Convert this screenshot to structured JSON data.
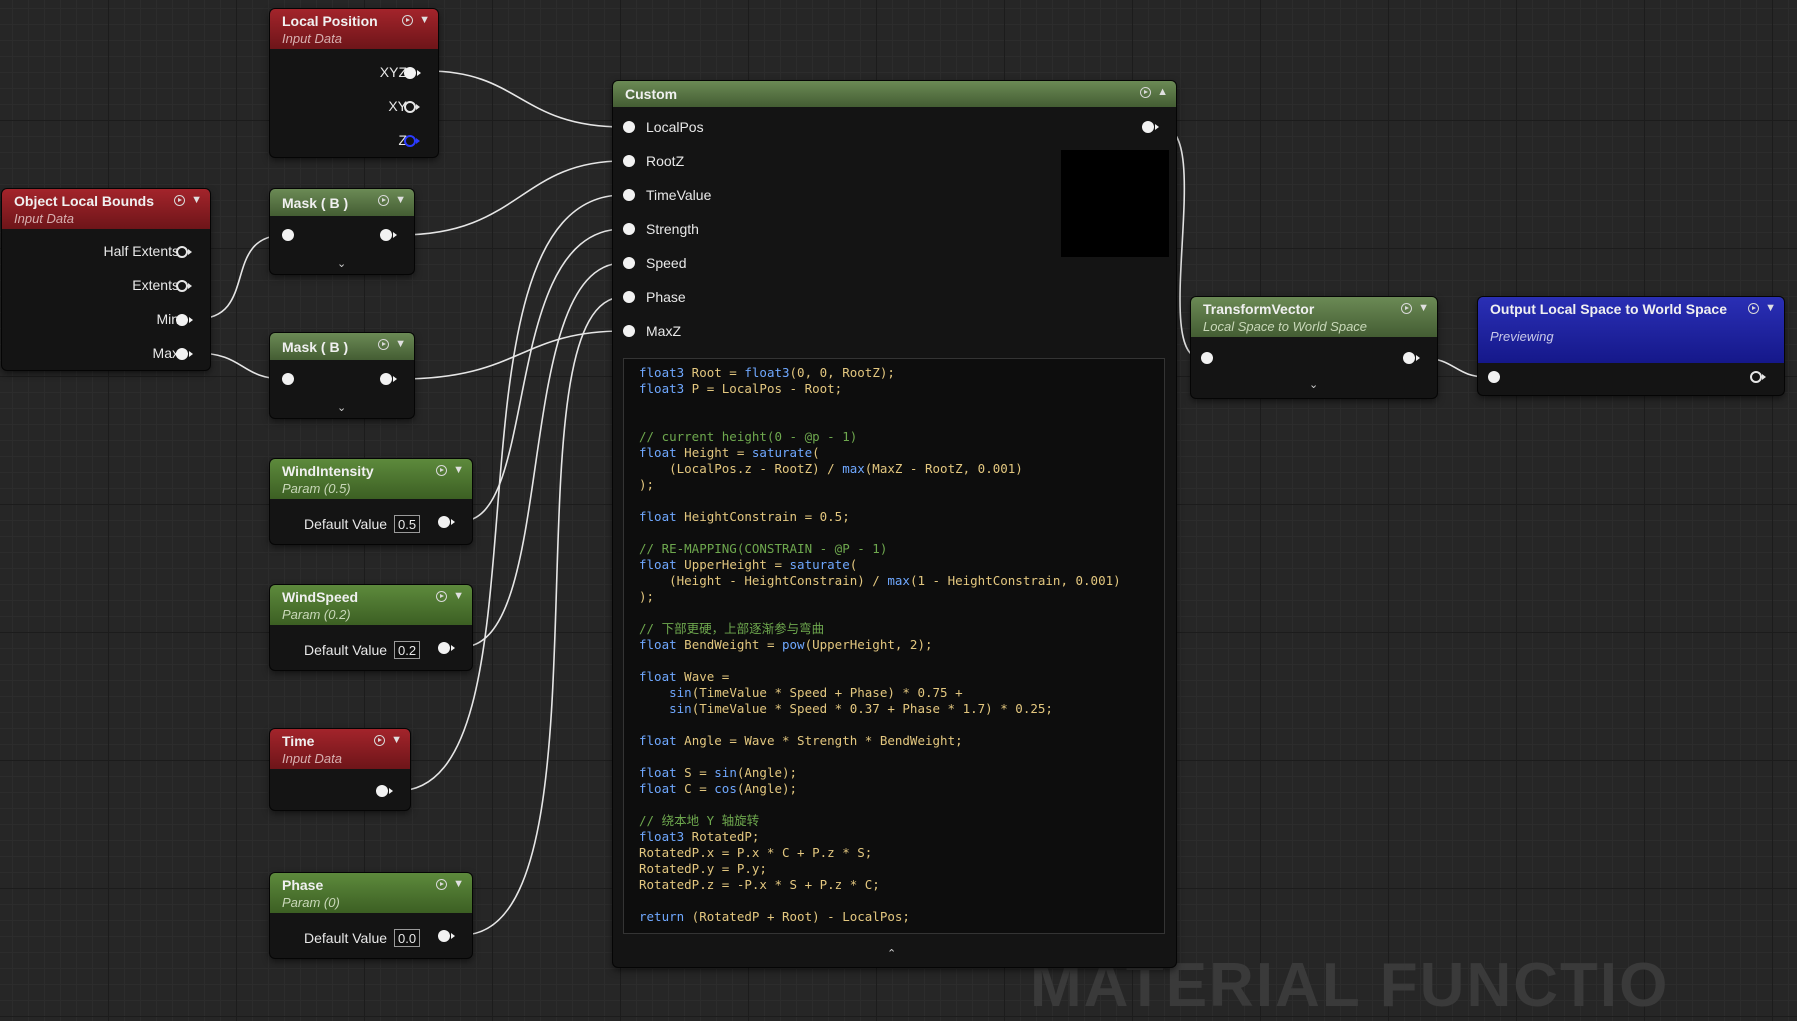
{
  "nodes": {
    "local_position": {
      "title": "Local Position",
      "subtitle": "Input Data",
      "outputs": [
        "XYZ",
        "XY",
        "Z"
      ]
    },
    "object_local_bounds": {
      "title": "Object Local Bounds",
      "subtitle": "Input Data",
      "outputs": [
        "Half Extents",
        "Extents",
        "Min",
        "Max"
      ]
    },
    "mask_b1": {
      "title": "Mask ( B )"
    },
    "mask_b2": {
      "title": "Mask ( B )"
    },
    "wind_intensity": {
      "title": "WindIntensity",
      "subtitle": "Param (0.5)",
      "default_label": "Default Value",
      "default_value": "0.5"
    },
    "wind_speed": {
      "title": "WindSpeed",
      "subtitle": "Param (0.2)",
      "default_label": "Default Value",
      "default_value": "0.2"
    },
    "time": {
      "title": "Time",
      "subtitle": "Input Data"
    },
    "phase": {
      "title": "Phase",
      "subtitle": "Param (0)",
      "default_label": "Default Value",
      "default_value": "0.0"
    },
    "custom": {
      "title": "Custom",
      "inputs": [
        "LocalPos",
        "RootZ",
        "TimeValue",
        "Strength",
        "Speed",
        "Phase",
        "MaxZ"
      ]
    },
    "transform_vector": {
      "title": "TransformVector",
      "subtitle": "Local Space to World Space"
    },
    "output": {
      "title": "Output Local Space to World Space",
      "subtitle": "Previewing"
    }
  },
  "code_lines": [
    [
      [
        "t",
        "float3"
      ],
      [
        "p",
        " Root = "
      ],
      [
        "t",
        "float3"
      ],
      [
        "p",
        "(0, 0, RootZ);"
      ]
    ],
    [
      [
        "t",
        "float3"
      ],
      [
        "p",
        " P = LocalPos - Root;"
      ]
    ],
    [],
    [],
    [
      [
        "c",
        "// current height(0 - @p - 1)"
      ]
    ],
    [
      [
        "t",
        "float"
      ],
      [
        "p",
        " Height = "
      ],
      [
        "t",
        "saturate"
      ],
      [
        "p",
        "("
      ]
    ],
    [
      [
        "p",
        "    (LocalPos.z - RootZ) / "
      ],
      [
        "t",
        "max"
      ],
      [
        "p",
        "(MaxZ - RootZ, 0.001)"
      ]
    ],
    [
      [
        "p",
        ");"
      ]
    ],
    [],
    [
      [
        "t",
        "float"
      ],
      [
        "p",
        " HeightConstrain = 0.5;"
      ]
    ],
    [],
    [
      [
        "c",
        "// RE-MAPPING(CONSTRAIN - @P - 1)"
      ]
    ],
    [
      [
        "t",
        "float"
      ],
      [
        "p",
        " UpperHeight = "
      ],
      [
        "t",
        "saturate"
      ],
      [
        "p",
        "("
      ]
    ],
    [
      [
        "p",
        "    (Height - HeightConstrain) / "
      ],
      [
        "t",
        "max"
      ],
      [
        "p",
        "(1 - HeightConstrain, 0.001)"
      ]
    ],
    [
      [
        "p",
        ");"
      ]
    ],
    [],
    [
      [
        "c",
        "// 下部更硬，上部逐渐参与弯曲"
      ]
    ],
    [
      [
        "t",
        "float"
      ],
      [
        "p",
        " BendWeight = "
      ],
      [
        "t",
        "pow"
      ],
      [
        "p",
        "(UpperHeight, 2);"
      ]
    ],
    [],
    [
      [
        "t",
        "float"
      ],
      [
        "p",
        " Wave ="
      ]
    ],
    [
      [
        "p",
        "    "
      ],
      [
        "t",
        "sin"
      ],
      [
        "p",
        "(TimeValue * Speed + Phase) * 0.75 +"
      ]
    ],
    [
      [
        "p",
        "    "
      ],
      [
        "t",
        "sin"
      ],
      [
        "p",
        "(TimeValue * Speed * 0.37 + Phase * 1.7) * 0.25;"
      ]
    ],
    [],
    [
      [
        "t",
        "float"
      ],
      [
        "p",
        " Angle = Wave * Strength * BendWeight;"
      ]
    ],
    [],
    [
      [
        "t",
        "float"
      ],
      [
        "p",
        " S = "
      ],
      [
        "t",
        "sin"
      ],
      [
        "p",
        "(Angle);"
      ]
    ],
    [
      [
        "t",
        "float"
      ],
      [
        "p",
        " C = "
      ],
      [
        "t",
        "cos"
      ],
      [
        "p",
        "(Angle);"
      ]
    ],
    [],
    [
      [
        "c",
        "// 绕本地 Y 轴旋转"
      ]
    ],
    [
      [
        "t",
        "float3"
      ],
      [
        "p",
        " RotatedP;"
      ]
    ],
    [
      [
        "p",
        "RotatedP.x = P.x * C + P.z * S;"
      ]
    ],
    [
      [
        "p",
        "RotatedP.y = P.y;"
      ]
    ],
    [
      [
        "p",
        "RotatedP.z = -P.x * S + P.z * C;"
      ]
    ],
    [],
    [
      [
        "t",
        "return"
      ],
      [
        "p",
        " (RotatedP + Root) - LocalPos;"
      ]
    ]
  ],
  "code_colors": {
    "type": "#6fa8ff",
    "plain": "#e3c77f",
    "comment": "#6ea84e"
  },
  "watermark": "MATERIAL FUNCTIO"
}
